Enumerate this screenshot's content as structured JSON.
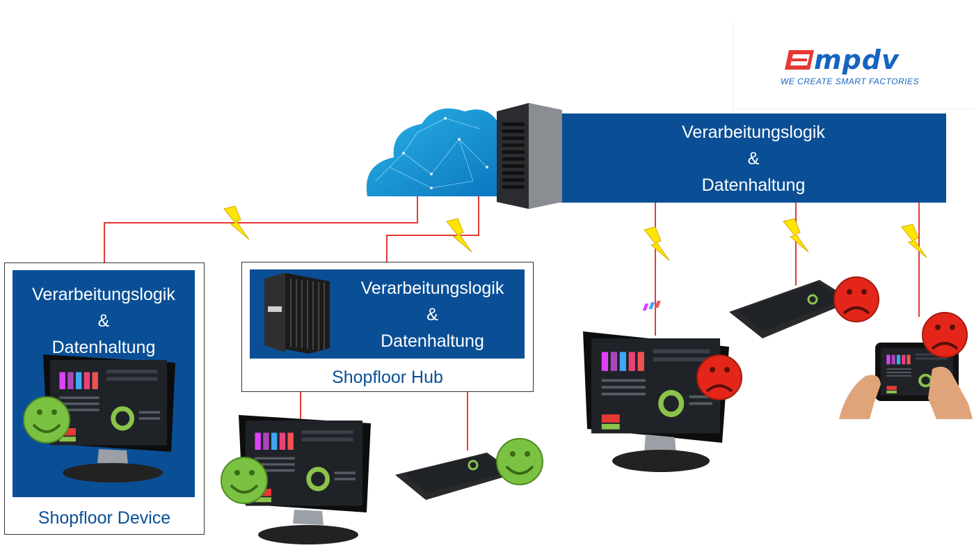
{
  "logo": {
    "wordmark": "mpdv",
    "tagline": "WE CREATE SMART FACTORIES",
    "brand_color": "#1565c0",
    "accent_color": "#e53935"
  },
  "cloud_server": {
    "line1": "Verarbeitungslogik",
    "line2": "&",
    "line3": "Datenhaltung"
  },
  "shopfloor_device": {
    "line1": "Verarbeitungslogik",
    "line2": "&",
    "line3": "Datenhaltung",
    "caption": "Shopfloor Device"
  },
  "shopfloor_hub": {
    "line1": "Verarbeitungslogik",
    "line2": "&",
    "line3": "Datenhaltung",
    "caption": "Shopfloor Hub"
  },
  "colors": {
    "box_blue": "#0a4f96",
    "link_red": "#e53935",
    "happy_green": "#7cc242",
    "sad_red": "#e32619",
    "bolt_yellow": "#ffe600"
  }
}
